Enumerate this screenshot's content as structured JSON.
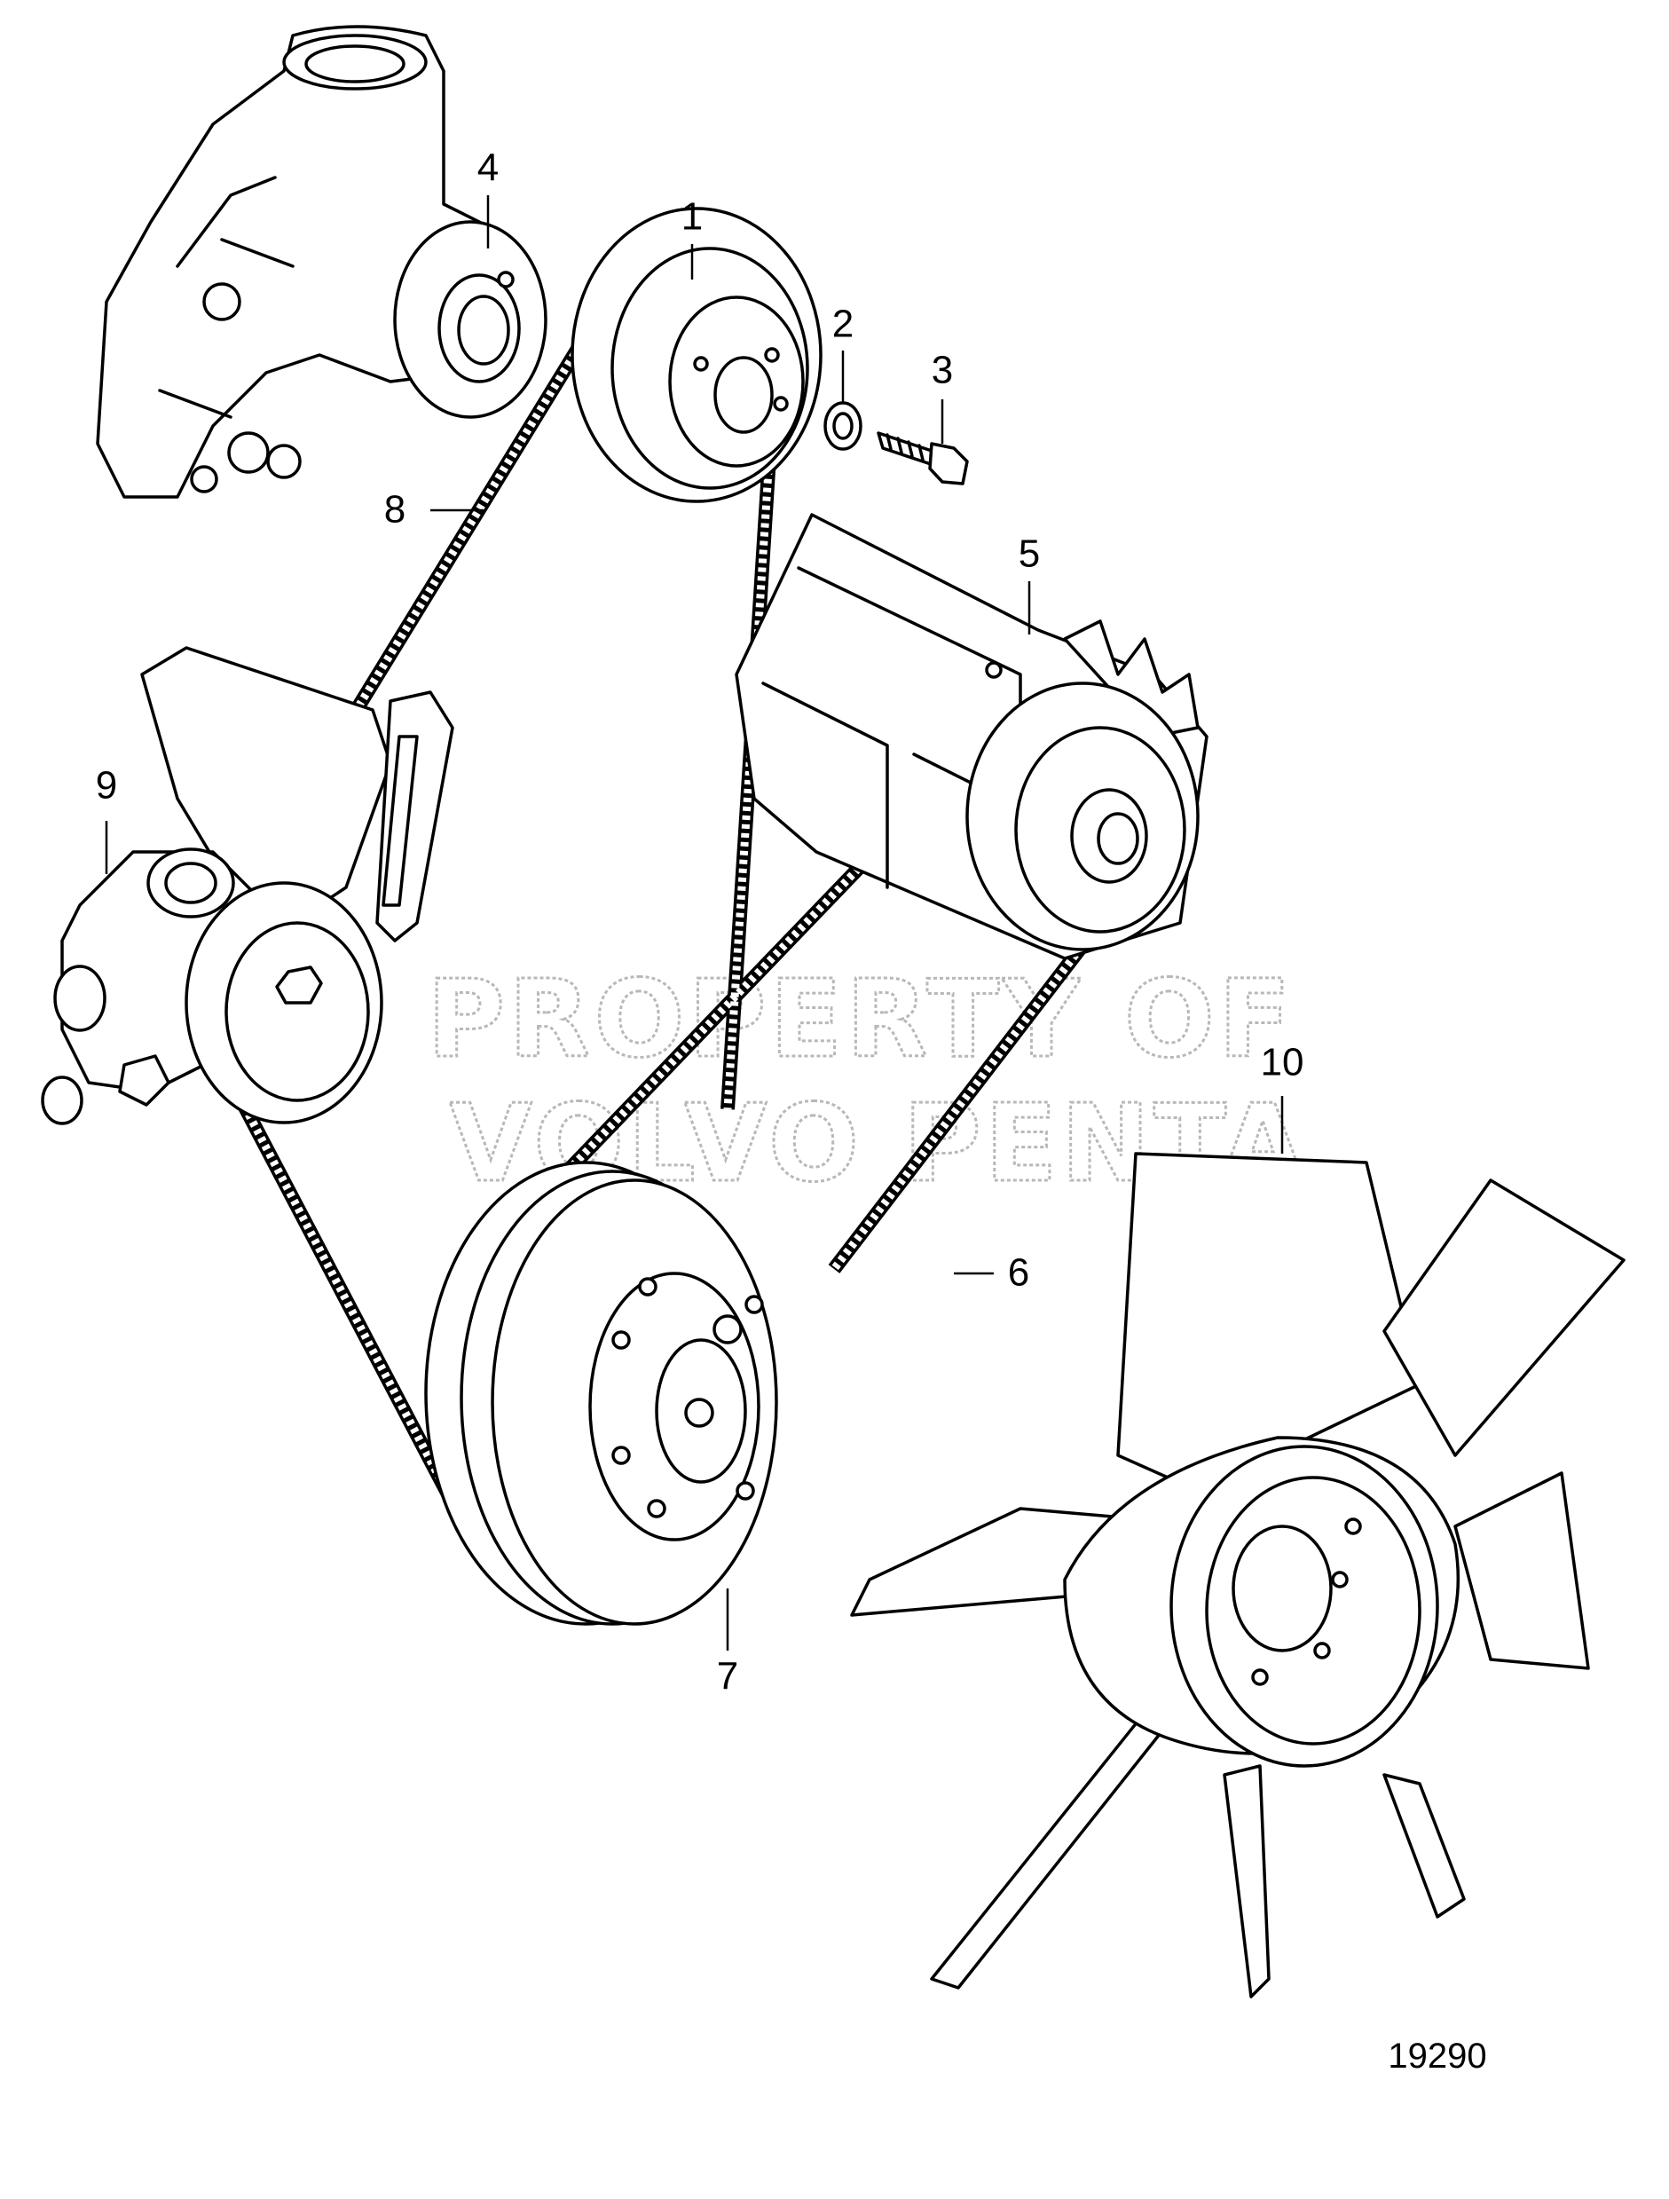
{
  "callouts": [
    {
      "id": "1",
      "label": "1"
    },
    {
      "id": "2",
      "label": "2"
    },
    {
      "id": "3",
      "label": "3"
    },
    {
      "id": "4",
      "label": "4"
    },
    {
      "id": "5",
      "label": "5"
    },
    {
      "id": "6",
      "label": "6"
    },
    {
      "id": "7",
      "label": "7"
    },
    {
      "id": "8",
      "label": "8"
    },
    {
      "id": "9",
      "label": "9"
    },
    {
      "id": "10",
      "label": "10"
    }
  ],
  "figure_number": "19290",
  "watermark": {
    "line1": "PROPERTY OF",
    "line2": "VOLVO PENTA"
  }
}
